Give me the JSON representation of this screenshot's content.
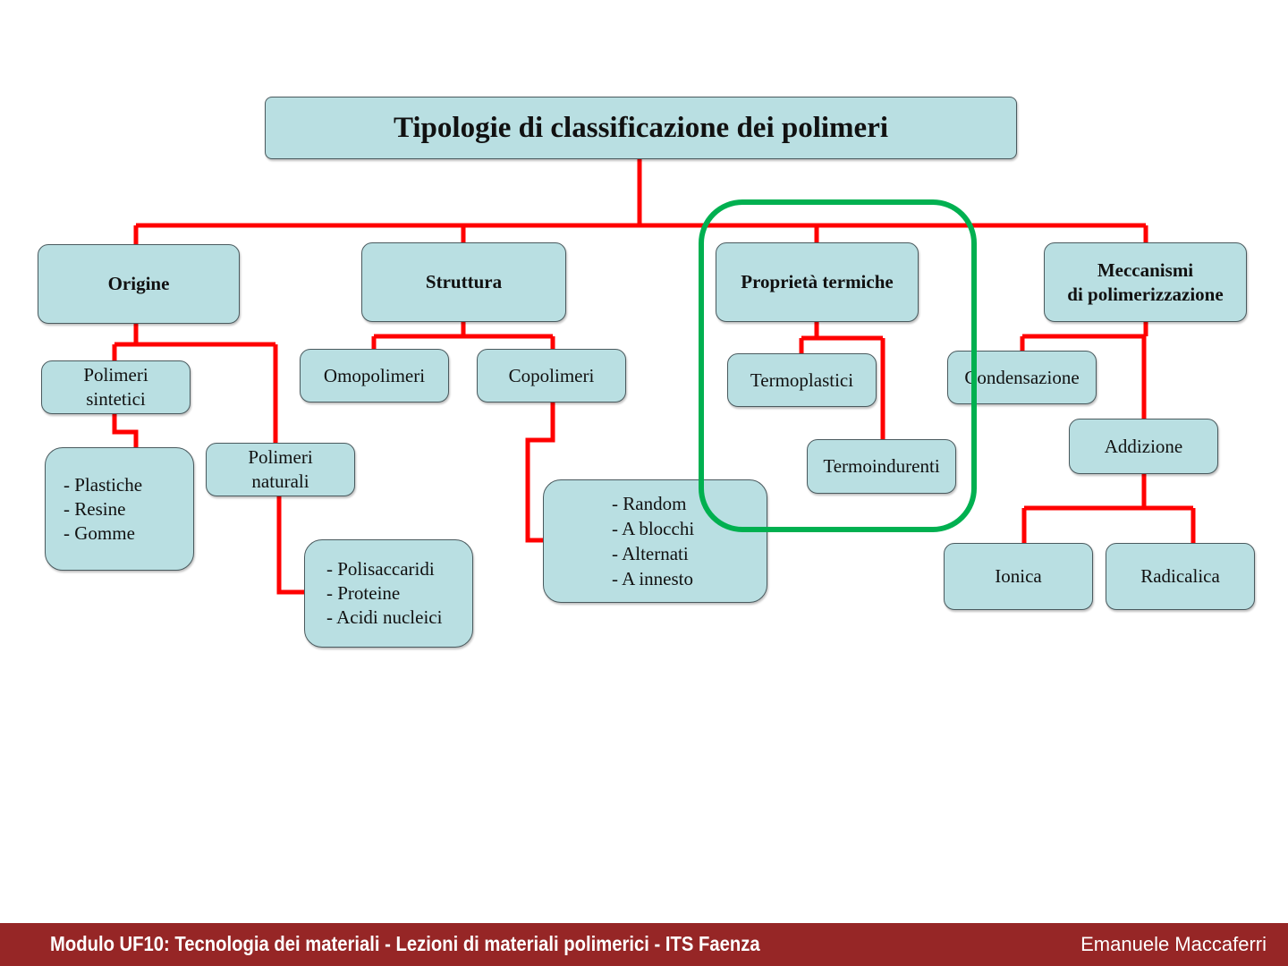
{
  "title": "Tipologie di classificazione dei polimeri",
  "categories": {
    "origine": "Origine",
    "struttura": "Struttura",
    "proprieta": "Proprietà termiche",
    "meccanismi_1": "Meccanismi",
    "meccanismi_2": "di polimerizzazione"
  },
  "origine": {
    "sintetici_1": "Polimeri",
    "sintetici_2": "sintetici",
    "sintetici_items": [
      "- Plastiche",
      "- Resine",
      "- Gomme"
    ],
    "naturali_1": "Polimeri",
    "naturali_2": "naturali",
    "naturali_items": [
      "- Polisaccaridi",
      "- Proteine",
      "- Acidi nucleici"
    ]
  },
  "struttura": {
    "omopolimeri": "Omopolimeri",
    "copolimeri": "Copolimeri",
    "copolimeri_items": [
      "- Random",
      "- A blocchi",
      "- Alternati",
      "- A innesto"
    ]
  },
  "proprieta": {
    "termoplastici": "Termoplastici",
    "termoindurenti": "Termoindurenti"
  },
  "meccanismi": {
    "condensazione": "Condensazione",
    "addizione": "Addizione",
    "ionica": "Ionica",
    "radicalica": "Radicalica"
  },
  "footer": {
    "left": "Modulo UF10: Tecnologia dei materiali - Lezioni di materiali polimerici - ITS Faenza",
    "right": "Emanuele Maccaferri"
  },
  "colors": {
    "connector": "#ff0000",
    "highlight": "#00b050",
    "box": "#b9dfe2",
    "footer": "#962626"
  }
}
